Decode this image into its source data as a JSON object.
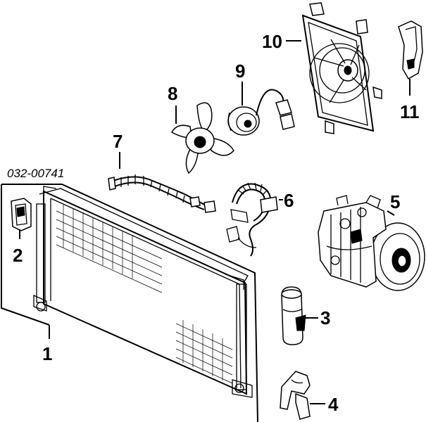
{
  "diagram": {
    "part_code": "032-00741",
    "callouts": [
      "1",
      "2",
      "3",
      "4",
      "5",
      "6",
      "7",
      "8",
      "9",
      "10",
      "11"
    ]
  }
}
